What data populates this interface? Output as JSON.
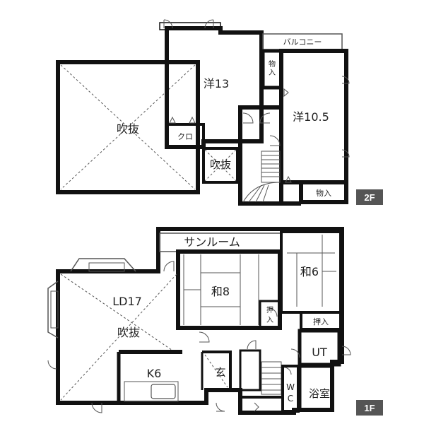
{
  "floor2": {
    "tag": "2F",
    "rooms": {
      "fukinuke_large": "吹抜",
      "western13": "洋13",
      "balcony": "バルコニー",
      "storage_top": "物入",
      "western10": "洋10.5",
      "closet": "クロ",
      "fukinuke_small": "吹抜",
      "storage_bottom": "物入"
    }
  },
  "floor1": {
    "tag": "1F",
    "rooms": {
      "sunroom": "サンルーム",
      "ld": "LD17",
      "fukinuke": "吹抜",
      "washitsu8": "和8",
      "washitsu6": "和6",
      "oshiire1": "押入",
      "oshiire2": "押入",
      "kitchen": "K6",
      "entrance": "玄",
      "ut": "UT",
      "wc": "WC",
      "bath": "浴室"
    }
  },
  "colors": {
    "wall": "#111111",
    "thin": "#555555",
    "tag_bg": "#555555"
  }
}
